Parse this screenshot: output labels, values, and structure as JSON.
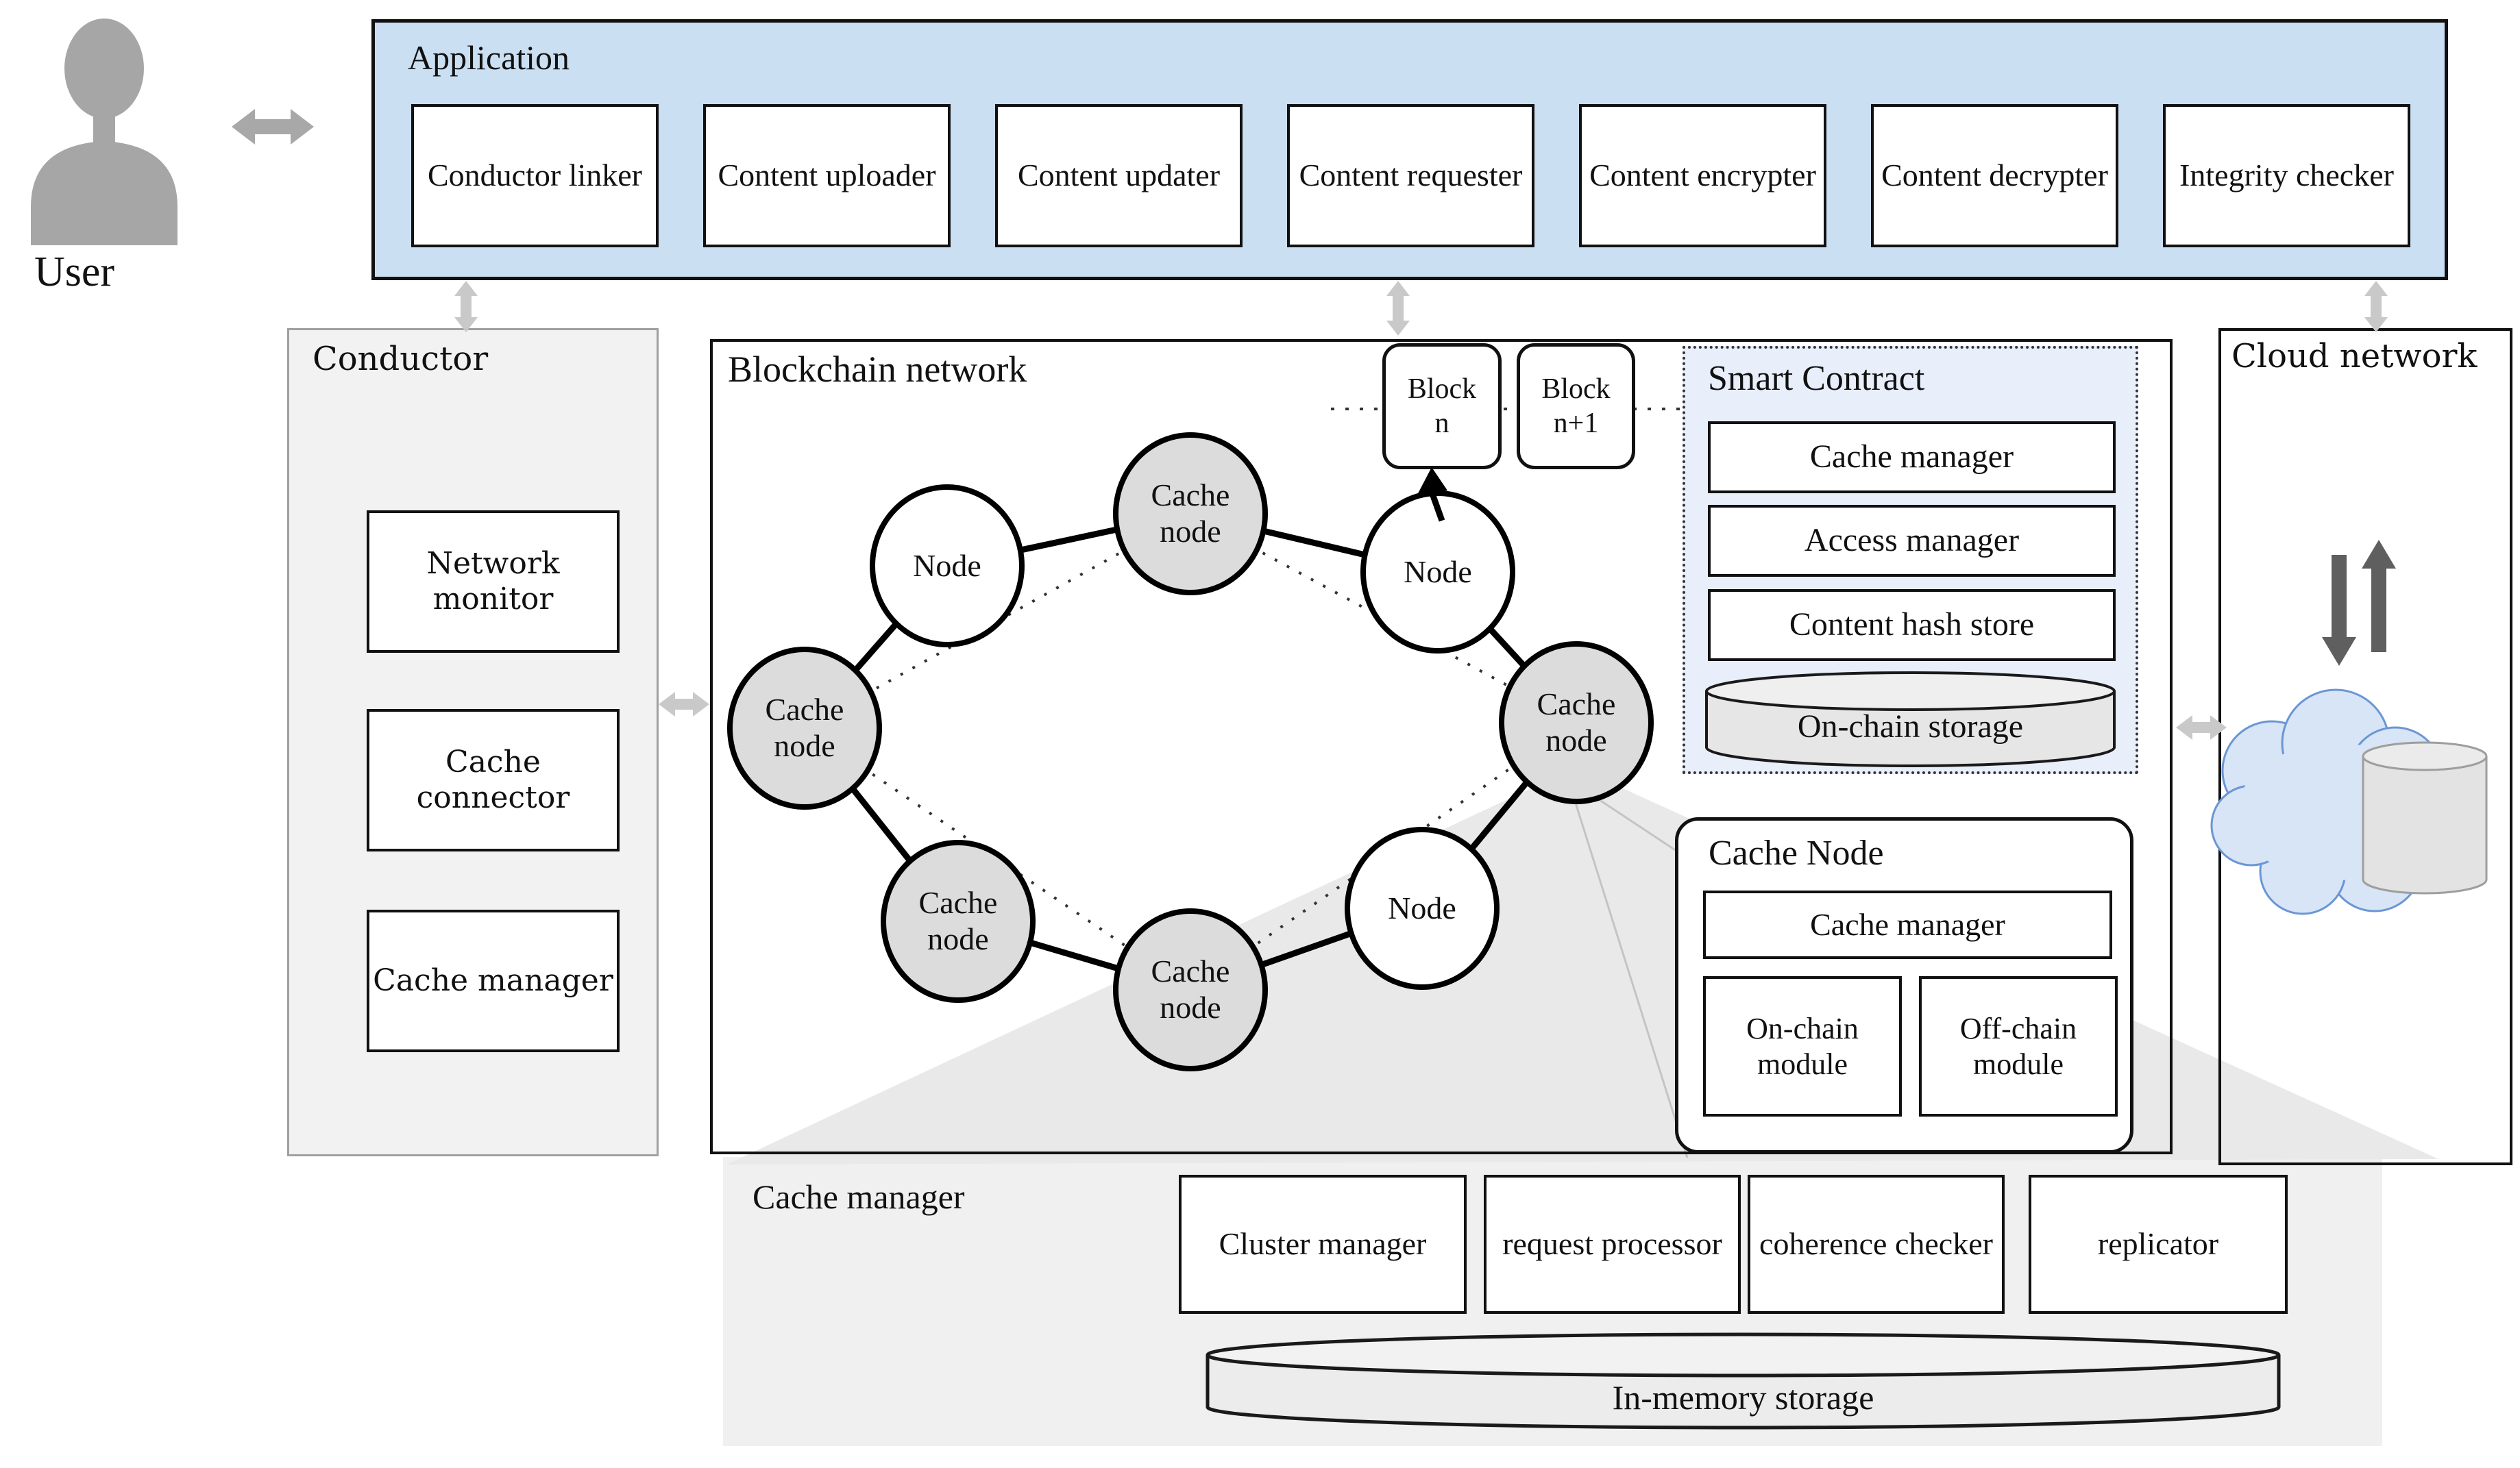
{
  "user": {
    "label": "User"
  },
  "application": {
    "title": "Application",
    "modules": [
      "Conductor linker",
      "Content uploader",
      "Content updater",
      "Content requester",
      "Content encrypter",
      "Content decrypter",
      "Integrity checker"
    ]
  },
  "conductor": {
    "title": "Conductor",
    "modules": [
      "Network monitor",
      "Cache connector",
      "Cache manager"
    ]
  },
  "blockchain": {
    "title": "Blockchain network",
    "blocks": [
      {
        "line1": "Block",
        "line2": "n"
      },
      {
        "line1": "Block",
        "line2": "n+1"
      }
    ],
    "nodes": [
      {
        "label": "Cache node",
        "type": "cache"
      },
      {
        "label": "Node",
        "type": "plain"
      },
      {
        "label": "Cache node",
        "type": "cache"
      },
      {
        "label": "Node",
        "type": "plain"
      },
      {
        "label": "Cache node",
        "type": "cache"
      },
      {
        "label": "Cache node",
        "type": "cache"
      },
      {
        "label": "Cache node",
        "type": "cache"
      },
      {
        "label": "Node",
        "type": "plain"
      }
    ],
    "smart_contract": {
      "title": "Smart Contract",
      "modules": [
        "Cache manager",
        "Access manager",
        "Content hash store"
      ],
      "storage": "On-chain storage"
    },
    "cache_node_detail": {
      "title": "Cache Node",
      "manager": "Cache manager",
      "modules": [
        "On-chain module",
        "Off-chain module"
      ]
    }
  },
  "cloud": {
    "title": "Cloud network"
  },
  "cache_manager_panel": {
    "title": "Cache manager",
    "modules": [
      "Cluster manager",
      "request processor",
      "coherence checker",
      "replicator"
    ],
    "storage": "In-memory storage"
  },
  "colors": {
    "application_fill": "#cbdff2",
    "smart_contract_fill": "#e8effa",
    "node_fill": "#dcdcdc",
    "panel_fill": "#f0f0f0",
    "funnel_fill": "#e9e9e9",
    "conductor_fill": "#f2f2f2",
    "cloud_fill": "#d7e5f6",
    "cloud_stroke": "#6b96d4"
  }
}
